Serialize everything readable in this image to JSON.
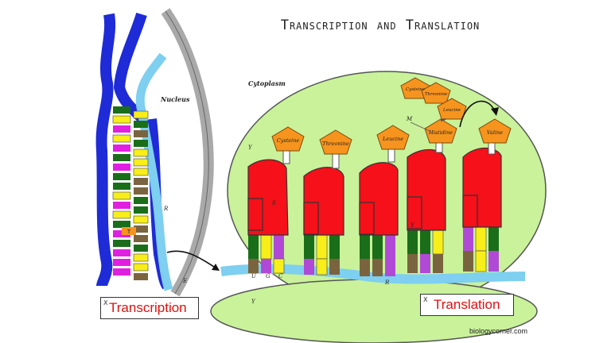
{
  "title": "Transcription and Translation",
  "labels": {
    "nucleus": "Nucleus",
    "cytoplasm": "Cytoplasm",
    "transcription": "Transcription",
    "translation": "Translation",
    "credit": "biologycorner.com"
  },
  "amino_acids_bound": [
    "Cysteine",
    "Threonine",
    "Leucine",
    "Histidine",
    "Valine"
  ],
  "amino_acids_chain": [
    "Cysteine",
    "Threonine",
    "Leucine"
  ],
  "letters": {
    "M": "M",
    "Y1": "Y",
    "Y2": "Y",
    "Y3": "Y",
    "R1": "R",
    "R2": "R",
    "E": "E",
    "T": "T",
    "S": "S",
    "U": "U",
    "G": "G",
    "C": "C",
    "X1": "X",
    "X2": "X"
  },
  "colors": {
    "dna_blue": "#1e2bd6",
    "mrna_light_blue": "#7ecff0",
    "nuclear_membrane": "#a9a9a9",
    "cytoplasm_green": "#c9f29a",
    "trna_red": "#f5101a",
    "amino_acid_orange": "#f7941d",
    "base_green": "#1a6e1a",
    "base_yellow": "#f7ee1a",
    "base_purple": "#b04ad6",
    "base_brown": "#7a6440",
    "base_magenta": "#e020e0",
    "label_red": "#e01010"
  }
}
